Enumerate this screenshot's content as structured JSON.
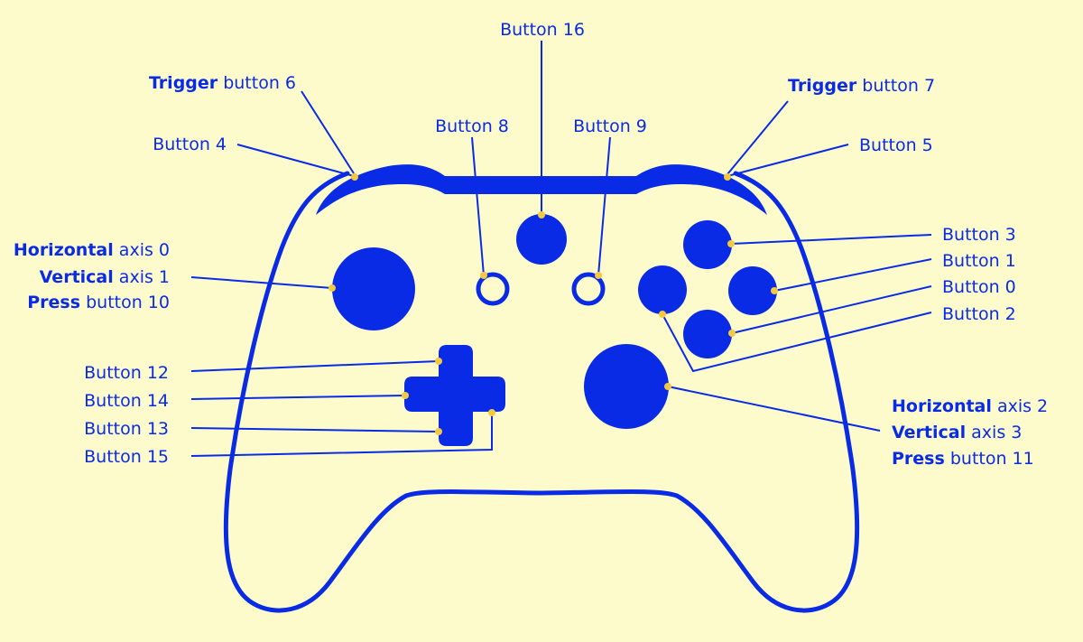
{
  "colors": {
    "background": "#fdfbcc",
    "controller": "#0a2be6",
    "marker_dot": "#f2c940"
  },
  "labels": {
    "button16": "Button 16",
    "trigger6": {
      "bold": "Trigger",
      "rest": " button 6"
    },
    "trigger7": {
      "bold": "Trigger",
      "rest": " button 7"
    },
    "button8": "Button 8",
    "button9": "Button 9",
    "button4": "Button 4",
    "button5": "Button 5",
    "left_stick": [
      {
        "bold": "Horizontal",
        "rest": " axis 0"
      },
      {
        "bold": "Vertical",
        "rest": " axis 1"
      },
      {
        "bold": "Press",
        "rest": " button 10"
      }
    ],
    "button3": "Button 3",
    "button1": "Button 1",
    "button0": "Button 0",
    "button2": "Button 2",
    "button12": "Button 12",
    "button14": "Button 14",
    "button13": "Button 13",
    "button15": "Button 15",
    "right_stick": [
      {
        "bold": "Horizontal",
        "rest": " axis 2"
      },
      {
        "bold": "Vertical",
        "rest": " axis 3"
      },
      {
        "bold": "Press",
        "rest": " button 11"
      }
    ]
  }
}
